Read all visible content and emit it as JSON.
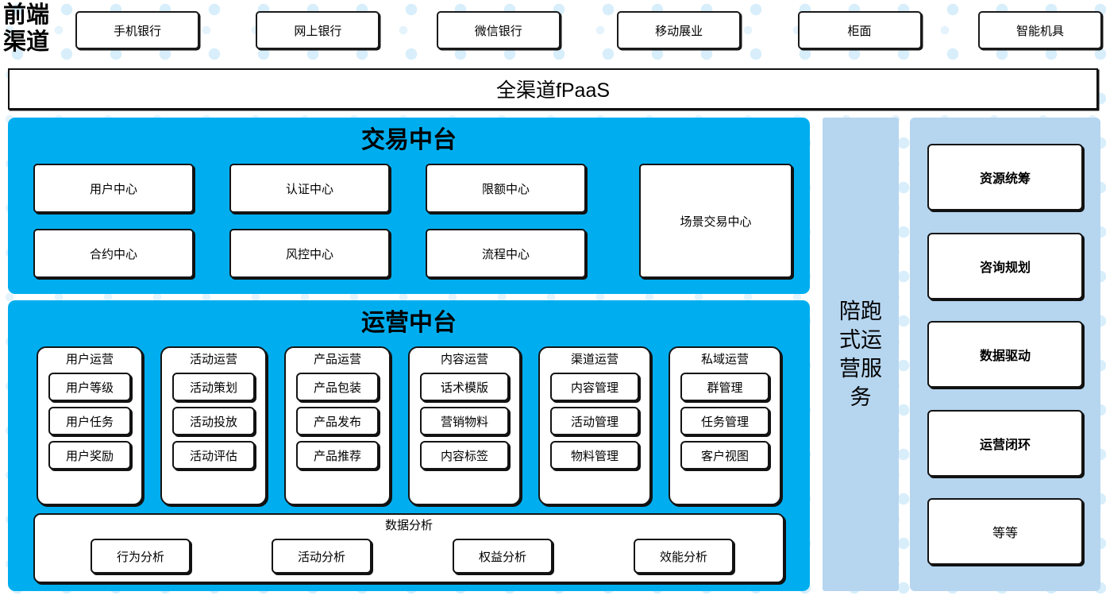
{
  "front_channel": {
    "label": "前端\n渠道",
    "channels": [
      {
        "name": "手机银行"
      },
      {
        "name": "网上银行"
      },
      {
        "name": "微信银行"
      },
      {
        "name": "移动展业"
      },
      {
        "name": "柜面"
      },
      {
        "name": "智能机具"
      }
    ]
  },
  "fpaas": {
    "title": "全渠道fPaaS"
  },
  "trade_platform": {
    "title": "交易中台",
    "centers": [
      {
        "name": "用户中心"
      },
      {
        "name": "认证中心"
      },
      {
        "name": "限额中心"
      },
      {
        "name": "合约中心"
      },
      {
        "name": "风控中心"
      },
      {
        "name": "流程中心"
      }
    ],
    "scene_center": {
      "name": "场景交易中心"
    }
  },
  "ops_platform": {
    "title": "运营中台",
    "groups": [
      {
        "title": "用户运营",
        "items": [
          "用户等级",
          "用户任务",
          "用户奖励"
        ]
      },
      {
        "title": "活动运营",
        "items": [
          "活动策划",
          "活动投放",
          "活动评估"
        ]
      },
      {
        "title": "产品运营",
        "items": [
          "产品包装",
          "产品发布",
          "产品推荐"
        ]
      },
      {
        "title": "内容运营",
        "items": [
          "话术模版",
          "营销物料",
          "内容标签"
        ]
      },
      {
        "title": "渠道运营",
        "items": [
          "内容管理",
          "活动管理",
          "物料管理"
        ]
      },
      {
        "title": "私域运营",
        "items": [
          "群管理",
          "任务管理",
          "客户视图"
        ]
      }
    ],
    "analytics": {
      "title": "数据分析",
      "items": [
        "行为分析",
        "活动分析",
        "权益分析",
        "效能分析"
      ]
    }
  },
  "service_strip": {
    "label": "陪跑式运营服务"
  },
  "capabilities": {
    "cards": [
      {
        "name": "资源统筹",
        "bold": true
      },
      {
        "name": "咨询规划",
        "bold": true
      },
      {
        "name": "数据驱动",
        "bold": true
      },
      {
        "name": "运营闭环",
        "bold": true
      },
      {
        "name": "等等",
        "bold": false
      }
    ]
  },
  "colors": {
    "platform_cyan": "#00aeef",
    "service_blue": "#b6d5ef",
    "card_white": "#ffffff",
    "outline": "#141414",
    "dot_pattern": "#d8eefb"
  }
}
